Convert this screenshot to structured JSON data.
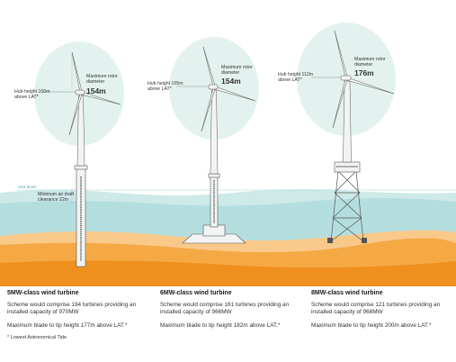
{
  "sea_level_label": "Sea level",
  "turbines": [
    {
      "hub_label": "Hub height 100m\nabove LAT*",
      "rotor_label": "Maximum rotor\ndiameter",
      "rotor_value": "154m",
      "clearance_label": "Minimum air draft\nclearance 22m",
      "title": "5MW-class wind turbine",
      "scheme": "Scheme would comprise 194 turbines providing an installed capacity of 970MW",
      "blade": "Maximum blade to tip height 177m above LAT.*"
    },
    {
      "hub_label": "Hub height 105m\nabove LAT*",
      "rotor_label": "Maximum rotor\ndiameter",
      "rotor_value": "154m",
      "title": "6MW-class wind turbine",
      "scheme": "Scheme would comprise 161 turbines providing an installed capacity of 966MW",
      "blade": "Maximum blade to tip height 182m above LAT.*"
    },
    {
      "hub_label": "Hub height 112m\nabove LAT*",
      "rotor_label": "Maximum rotor\ndiameter",
      "rotor_value": "176m",
      "title": "8MW-class wind turbine",
      "scheme": "Scheme would comprise 121 turbines providing an installed capacity of 968MW",
      "blade": "Maximum blade to tip height 200m above LAT.*"
    }
  ],
  "footnote": "* Lowest Astronomical Tide",
  "colors": {
    "rotor_disc": "#e3f2ee",
    "sea_top": "#cde9e8",
    "sea": "#b4dede",
    "seabed_light": "#f9c98a",
    "seabed": "#f5a945",
    "seabed_dark": "#ee8f1e",
    "tower": "#f2f4f4",
    "outline": "#555555"
  }
}
